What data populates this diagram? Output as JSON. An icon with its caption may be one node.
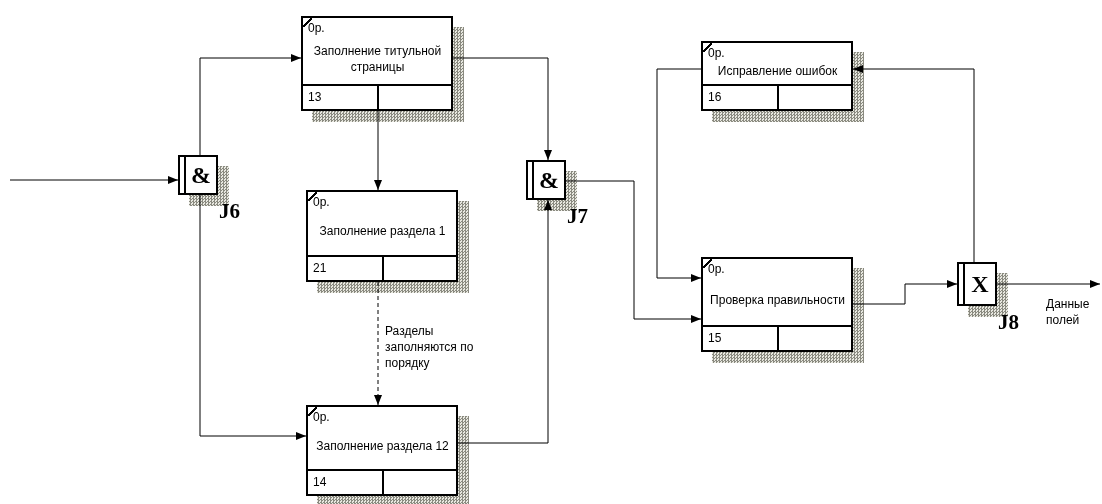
{
  "diagram": {
    "nodes": [
      {
        "text": [
          "&"
        ],
        "beside": [
          "J6"
        ]
      },
      {
        "text": [
          "0р.",
          "Заполнение титульной страницы",
          "13"
        ]
      },
      {
        "text": [
          "0р.",
          "Заполнение раздела 1",
          "21"
        ]
      },
      {
        "text": [
          "0р.",
          "Заполнение раздела 12",
          "14"
        ]
      },
      {
        "text": [
          "&"
        ],
        "beside": [
          "J7"
        ]
      },
      {
        "text": [
          "0р.",
          "Исправление ошибок",
          "16"
        ]
      },
      {
        "text": [
          "0р.",
          "Проверка правильности",
          "15"
        ]
      },
      {
        "text": [
          "X"
        ],
        "beside": [
          "J8"
        ]
      }
    ],
    "edges": [
      {
        "from": null,
        "to": 0,
        "arrow": "to"
      },
      {
        "from": 0,
        "to": 1,
        "arrow": "to"
      },
      {
        "from": 0,
        "to": 3,
        "arrow": "to"
      },
      {
        "from": 1,
        "to": 2,
        "arrow": "to"
      },
      {
        "from": 2,
        "to": 3,
        "arrow": "to",
        "style": "dashed",
        "label": "Разделы заполняются по порядку"
      },
      {
        "from": 1,
        "to": 4,
        "arrow": "to"
      },
      {
        "from": 3,
        "to": 4,
        "arrow": "to"
      },
      {
        "from": 4,
        "to": 6,
        "arrow": "to"
      },
      {
        "from": 5,
        "to": 6,
        "arrow": "to"
      },
      {
        "from": 6,
        "to": 7,
        "arrow": "to"
      },
      {
        "from": 7,
        "to": 5,
        "arrow": "to"
      },
      {
        "from": 7,
        "to": null,
        "arrow": "to",
        "label": "Данные полей"
      }
    ]
  }
}
